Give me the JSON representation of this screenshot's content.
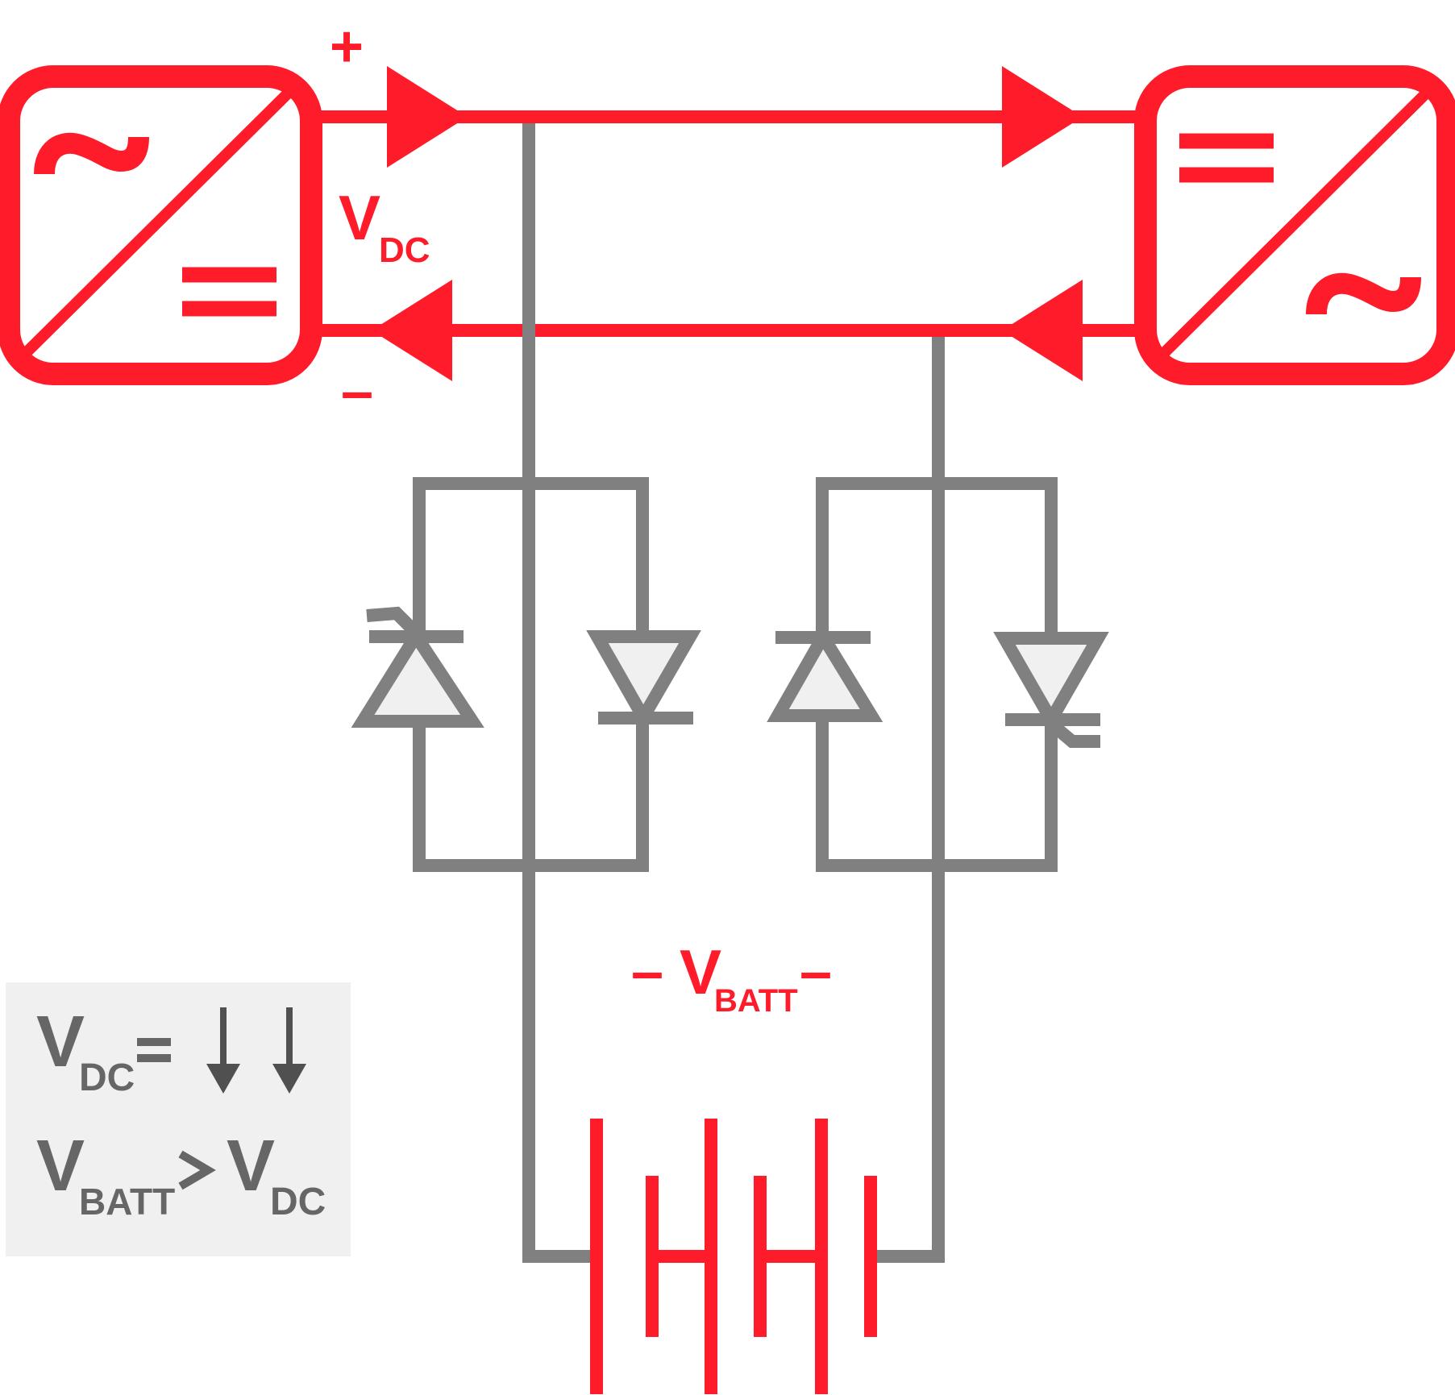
{
  "colors": {
    "accent": "#ff1c2a",
    "wire": "#808080",
    "diode_fill": "#f0f0f0",
    "legend_bg": "#f0f0f0",
    "legend_text": "#666666",
    "legend_arrow": "#505050"
  },
  "icons": {
    "ac_dc_converter": "ac-dc-converter-icon",
    "dc_ac_converter": "dc-ac-converter-icon",
    "diode": "diode-icon",
    "thyristor": "thyristor-icon",
    "battery": "battery-icon",
    "arrow_down": "arrow-down-icon"
  },
  "labels": {
    "plus": "+",
    "minus": "–",
    "vdc_v": "V",
    "vdc_sub": "DC",
    "vbatt_dash_left": "–",
    "vbatt_v": "V",
    "vbatt_sub": "BATT",
    "vbatt_dash_right": "–",
    "converter_left_ac": "~",
    "converter_left_dc": "=",
    "converter_right_dc": "=",
    "converter_right_ac": "~"
  },
  "legend": {
    "line1_v": "V",
    "line1_sub": "DC",
    "line1_op": "=",
    "line2_v1": "V",
    "line2_sub1": "BATT",
    "line2_op": ">",
    "line2_v2": "V",
    "line2_sub2": "DC"
  }
}
